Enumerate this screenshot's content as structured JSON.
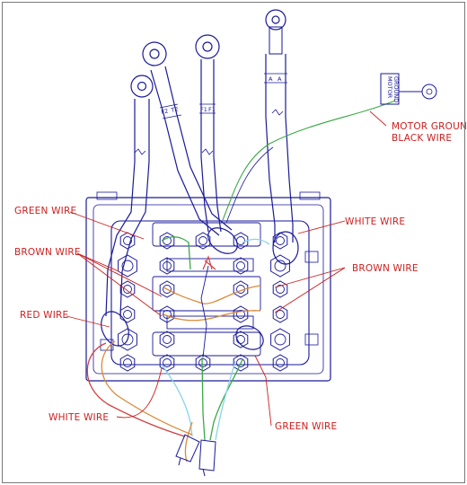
{
  "colors": {
    "outline": "#1a1a99",
    "label": "#cc1f1f",
    "green_wire": "#3aa845",
    "white_wire": "#88d4e8",
    "brown_wire": "#d98a3a",
    "red_wire": "#d04040"
  },
  "labels": {
    "green_wire_left": "GREEN WIRE",
    "brown_wire_left": "BROWN WIRE",
    "red_wire_left": "RED WIRE",
    "white_wire_bottom": "WHITE WIRE",
    "white_wire_right": "WHITE WIRE",
    "brown_wire_right": "BROWN WIRE",
    "green_wire_bottom": "GREEN WIRE",
    "motor_ground_line1": "MOTOR GROUND",
    "motor_ground_line2": "BLACK WIRE"
  },
  "cable_tags": {
    "f2": "F2",
    "t2": "T2",
    "f1a": "F1",
    "f1b": "F1",
    "a1": "A",
    "a2": "A",
    "ground_tag_line1": "MOTOR",
    "ground_tag_line2": "GROUND"
  }
}
